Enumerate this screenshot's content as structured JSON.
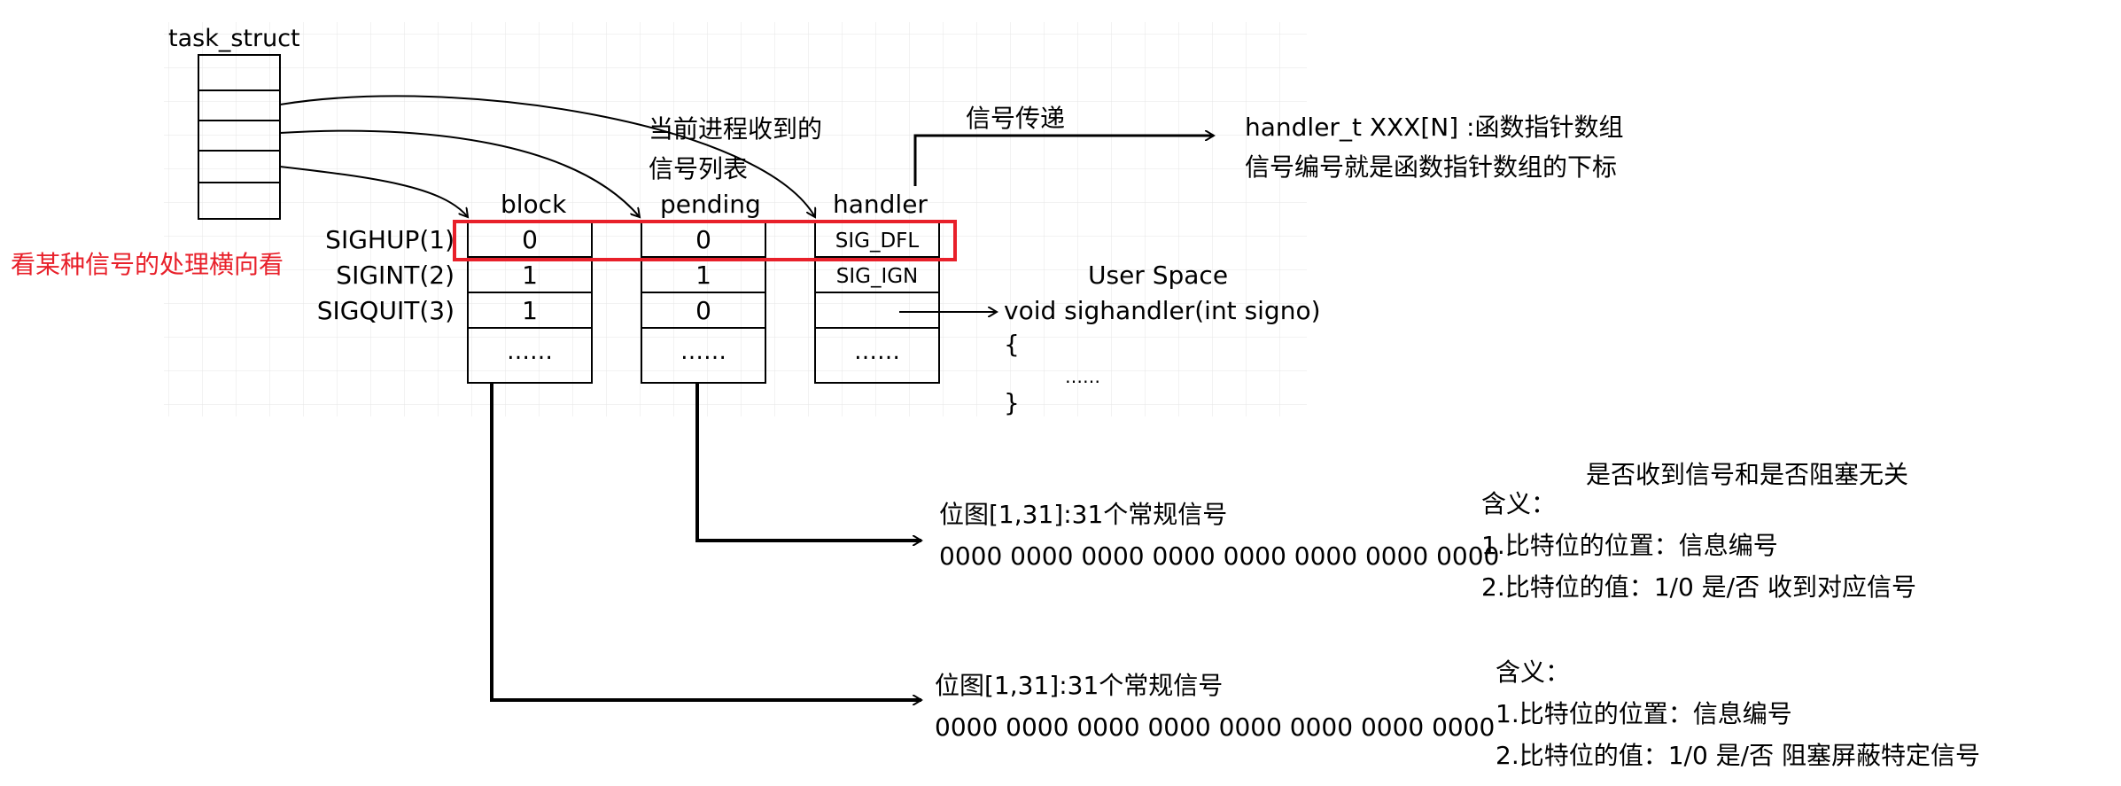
{
  "task_struct": {
    "label": "task_struct"
  },
  "table": {
    "headers": {
      "block": "block",
      "pending": "pending",
      "handler": "handler"
    },
    "rows": [
      {
        "signal": "SIGHUP(1)",
        "block": "0",
        "pending": "0",
        "handler": "SIG_DFL"
      },
      {
        "signal": "SIGINT(2)",
        "block": "1",
        "pending": "1",
        "handler": "SIG_IGN"
      },
      {
        "signal": "SIGQUIT(3)",
        "block": "1",
        "pending": "0",
        "handler": ""
      }
    ],
    "ellipsis": "……"
  },
  "annotations": {
    "horizontal_note": "看某种信号的处理横向看",
    "pending_note_line1": "当前进程收到的",
    "pending_note_line2": "信号列表",
    "delivery_label": "信号传递",
    "handler_array_line1": "handler_t XXX[N] :函数指针数组",
    "handler_array_line2": "信号编号就是函数指针数组的下标",
    "user_space": "User Space",
    "handler_sig": "void sighandler(int signo)",
    "brace_open": "{",
    "brace_body": "……",
    "brace_close": "}"
  },
  "pending_bitmap": {
    "title": "位图[1,31]:31个常规信号",
    "bits": "0000 0000 0000 0000 0000 0000 0000 0000",
    "independent_note": "是否收到信号和是否阻塞无关",
    "meaning_title": "含义：",
    "meaning_1": "1.比特位的位置：信息编号",
    "meaning_2": "2.比特位的值：1/0 是/否 收到对应信号"
  },
  "block_bitmap": {
    "title": "位图[1,31]:31个常规信号",
    "bits": "0000 0000 0000 0000 0000 0000 0000 0000",
    "meaning_title": "含义：",
    "meaning_1": "1.比特位的位置：信息编号",
    "meaning_2": "2.比特位的值：1/0 是/否 阻塞屏蔽特定信号"
  },
  "colors": {
    "ink": "#000000",
    "highlight": "#e8202a",
    "grid": "#e6e6e6"
  }
}
